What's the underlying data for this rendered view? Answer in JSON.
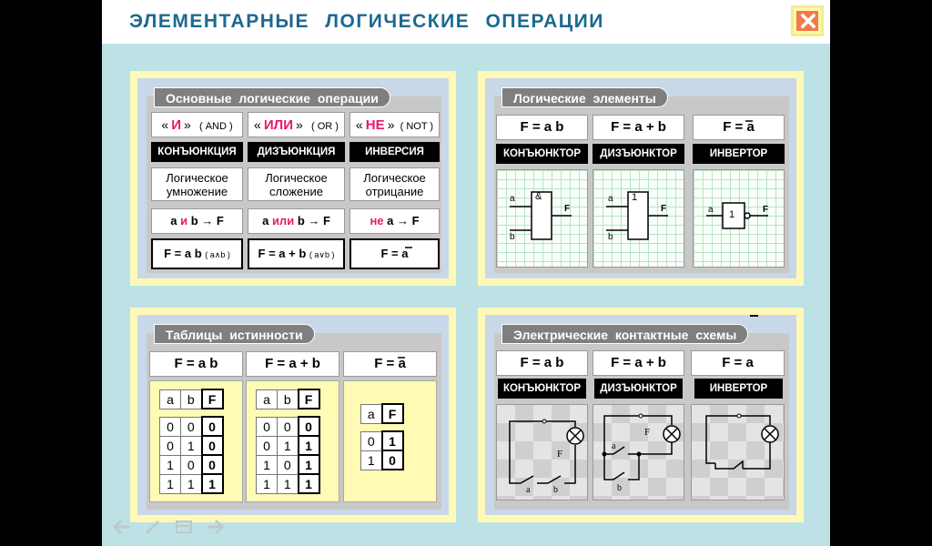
{
  "title": "ЭЛЕМЕНТАРНЫЕ ЛОГИЧЕСКИЕ ОПЕРАЦИИ",
  "close_icon": "close-icon",
  "panel1": {
    "header": "Основные логические операции",
    "ops": [
      {
        "q1": "«",
        "name": "И",
        "q2": "»",
        "eng": "( AND )",
        "term": "КОНЪЮНКЦИЯ",
        "desc1": "Логическое",
        "desc2": "умножение",
        "expr_a": "a",
        "expr_op": "и",
        "expr_b": "b → F",
        "formula": "F = a b",
        "formula_note": "( a∧b )"
      },
      {
        "q1": "«",
        "name": "ИЛИ",
        "q2": "»",
        "eng": "( OR )",
        "term": "ДИЗЪЮНКЦИЯ",
        "desc1": "Логическое",
        "desc2": "сложение",
        "expr_a": "a",
        "expr_op": "или",
        "expr_b": "b → F",
        "formula": "F = a + b",
        "formula_note": "( a∨b )"
      },
      {
        "q1": "«",
        "name": "НЕ",
        "q2": "»",
        "eng": "( NOT )",
        "term": "ИНВЕРСИЯ",
        "desc1": "Логическое",
        "desc2": "отрицание",
        "expr_a": "",
        "expr_op": "не",
        "expr_b": "a → F",
        "formula": "F = a",
        "formula_note": ""
      }
    ]
  },
  "panel2": {
    "header": "Логические элементы",
    "items": [
      {
        "formula": "F = a b",
        "term": "КОНЪЮНКТОР",
        "symbol": "&",
        "in1": "a",
        "in2": "b",
        "out": "F"
      },
      {
        "formula": "F = a + b",
        "term": "ДИЗЪЮНКТОР",
        "symbol": "1",
        "in1": "a",
        "in2": "b",
        "out": "F"
      },
      {
        "formula": "F = a",
        "term": "ИНВЕРТОР",
        "symbol": "1",
        "in1": "a",
        "in2": "",
        "out": "F"
      }
    ]
  },
  "panel3": {
    "header": "Таблицы истинности",
    "formulas": [
      "F = a b",
      "F = a + b",
      "F = a"
    ],
    "and_table": {
      "head": [
        "a",
        "b",
        "F"
      ],
      "rows": [
        [
          "0",
          "0",
          "0"
        ],
        [
          "0",
          "1",
          "0"
        ],
        [
          "1",
          "0",
          "0"
        ],
        [
          "1",
          "1",
          "1"
        ]
      ]
    },
    "or_table": {
      "head": [
        "a",
        "b",
        "F"
      ],
      "rows": [
        [
          "0",
          "0",
          "0"
        ],
        [
          "0",
          "1",
          "1"
        ],
        [
          "1",
          "0",
          "1"
        ],
        [
          "1",
          "1",
          "1"
        ]
      ]
    },
    "not_table": {
      "head": [
        "a",
        "F"
      ],
      "rows": [
        [
          "0",
          "1"
        ],
        [
          "1",
          "0"
        ]
      ]
    }
  },
  "panel4": {
    "header": "Электрические контактные схемы",
    "items": [
      {
        "formula": "F = a b",
        "term": "КОНЪЮНКТОР",
        "labels": [
          "F",
          "a",
          "b"
        ]
      },
      {
        "formula": "F = a + b",
        "term": "ДИЗЪЮНКТОР",
        "labels": [
          "F",
          "a",
          "b"
        ]
      },
      {
        "formula": "F = a",
        "term": "ИНВЕРТОР",
        "labels": []
      }
    ]
  },
  "nav": [
    "back-arrow-icon",
    "pen-icon",
    "menu-icon",
    "forward-arrow-icon"
  ]
}
